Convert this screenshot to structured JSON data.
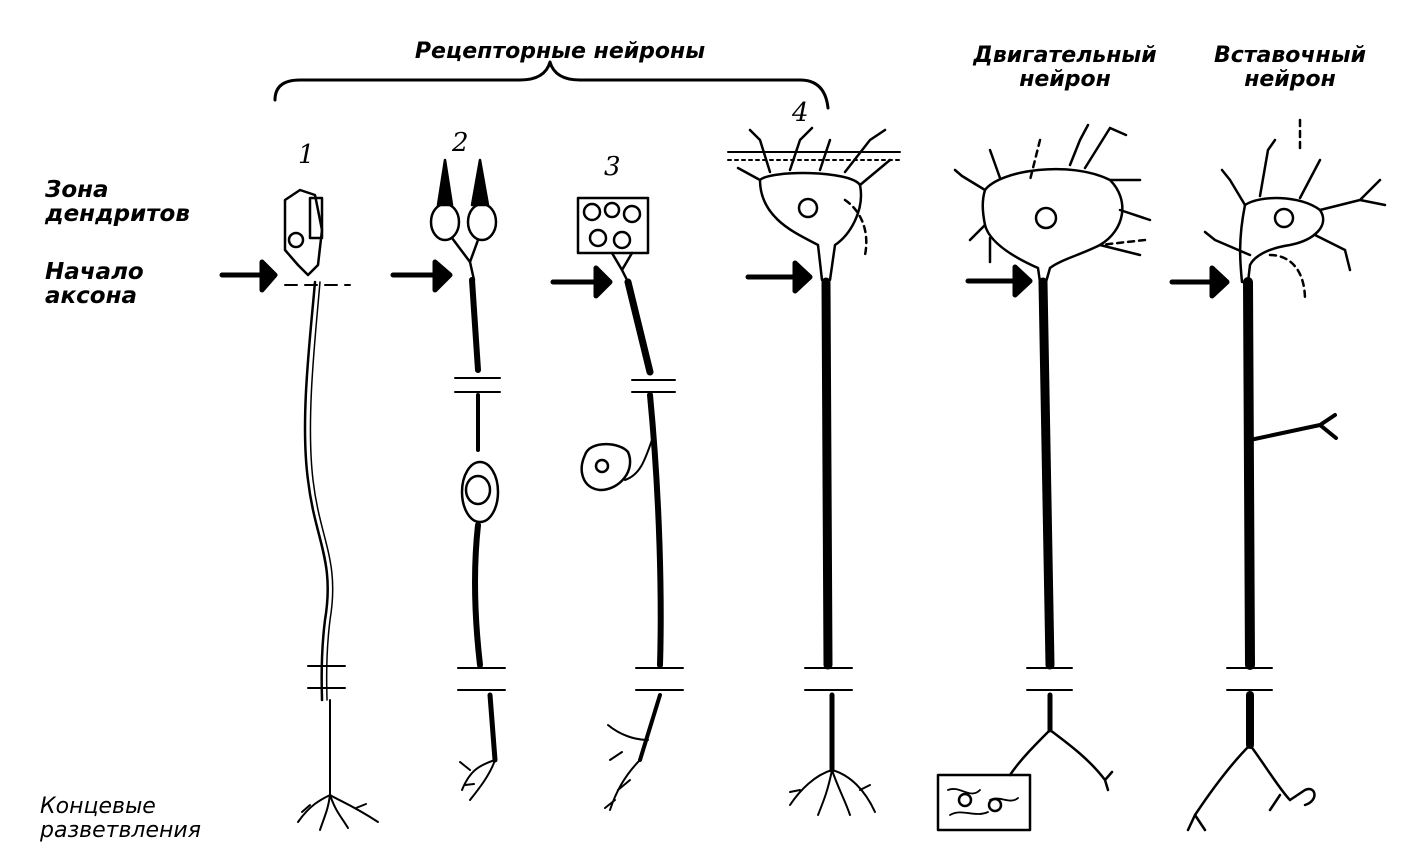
{
  "title": "Рецепторные нейроны",
  "motor_title": [
    "Двигательный",
    "нейрон"
  ],
  "inter_title": [
    "Вставочный",
    "нейрон"
  ],
  "side_labels": {
    "dendrite_zone": [
      "Зона",
      "дендритов"
    ],
    "axon_start": [
      "Начало",
      "аксона"
    ],
    "terminals": [
      "Концевые",
      "разветвления"
    ]
  },
  "receptor_numbers": [
    "1",
    "2",
    "3",
    "4"
  ]
}
